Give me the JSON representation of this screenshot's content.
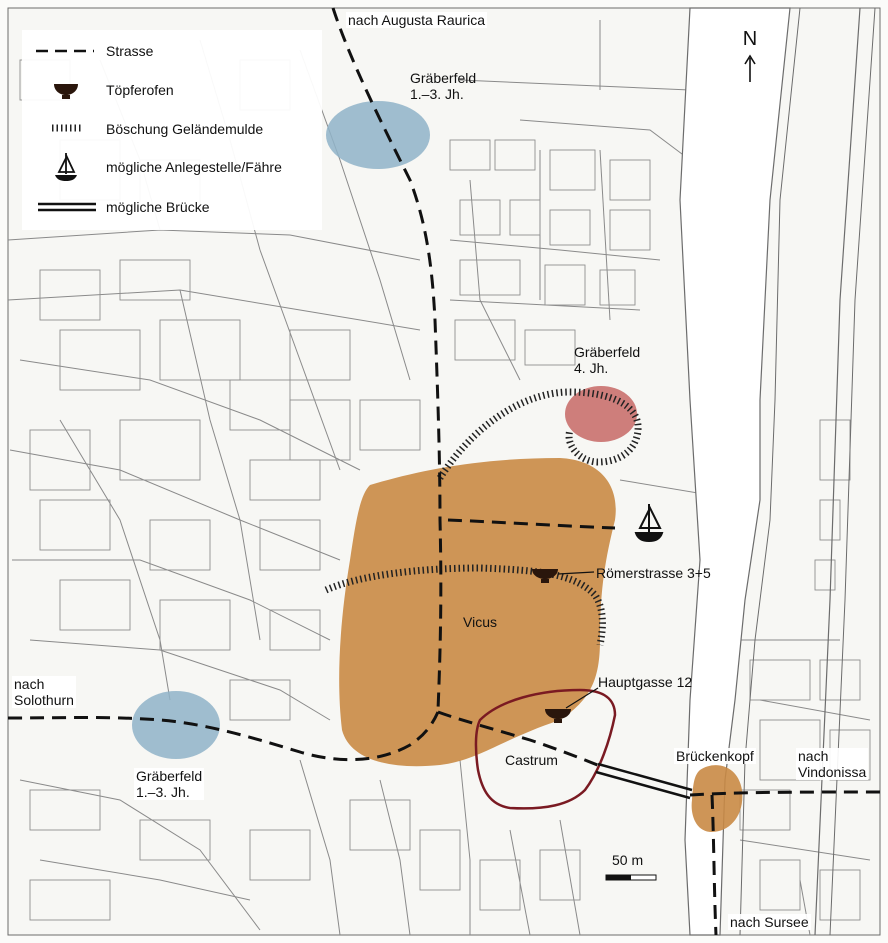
{
  "legend": {
    "items": [
      {
        "symbol": "road-dashed-line",
        "label": "Strasse"
      },
      {
        "symbol": "kiln-icon",
        "label": "Töpferofen"
      },
      {
        "symbol": "slope-hatch-line",
        "label": "Böschung Geländemulde"
      },
      {
        "symbol": "boat-icon",
        "label": "mögliche Anlegestelle/Fähre"
      },
      {
        "symbol": "bridge-double-line",
        "label": "mögliche Brücke"
      }
    ]
  },
  "north": {
    "label": "N"
  },
  "scale": {
    "label": "50 m"
  },
  "labels": {
    "augusta": "nach Augusta Raurica",
    "graeberfeld_north": "Gräberfeld\n1.–3. Jh.",
    "graeberfeld_4jh": "Gräberfeld\n4. Jh.",
    "roemerstrasse": "Römerstrasse 3+5",
    "vicus": "Vicus",
    "hauptgasse": "Hauptgasse 12",
    "castrum": "Castrum",
    "solothurn": "nach\nSolothurn",
    "graeberfeld_west": "Gräberfeld\n1.–3. Jh.",
    "brueckenkopf": "Brückenkopf",
    "vindonissa": "nach\nVindonissa",
    "sursee": "nach Sursee"
  },
  "colors": {
    "vicus_fill": "#c98a45",
    "cemetery_blue": "#8fb3c8",
    "cemetery_red": "#c9706e",
    "castrum_outline": "#7a1a22",
    "street_lines": "#7c7c7c",
    "river": "#ffffff",
    "symbols": "#2a160c"
  }
}
